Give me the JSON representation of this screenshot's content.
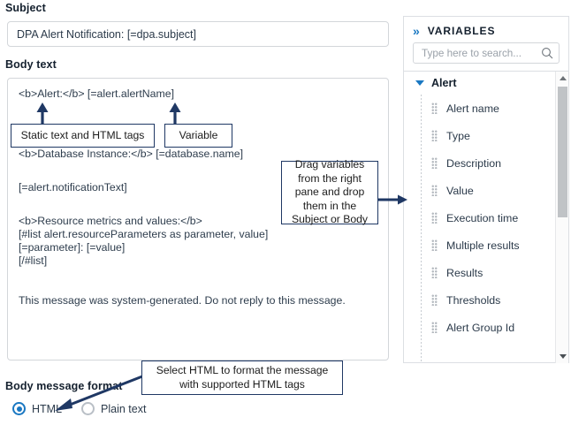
{
  "form": {
    "subject_label": "Subject",
    "subject_value": "DPA Alert Notification: [=dpa.subject]",
    "subject_placeholder": "",
    "body_label": "Body text",
    "body_lines": [
      "<b>Alert:</b> [=alert.alertName]",
      "",
      "",
      "<b>Database Instance:</b> [=database.name]",
      "",
      "[=alert.notificationText]",
      "",
      "<b>Resource metrics and values:</b>",
      "[#list alert.resourceParameters as parameter, value]",
      "[=parameter]: [=value]",
      "[/#list]",
      "",
      "This message was system-generated. Do not reply to this message."
    ],
    "format_label": "Body message format",
    "format_options": [
      {
        "label": "HTML",
        "selected": true
      },
      {
        "label": "Plain text",
        "selected": false
      }
    ]
  },
  "variables_panel": {
    "expand_icon": "»",
    "title": "VARIABLES",
    "search_placeholder": "Type here to search...",
    "search_value": "",
    "search_icon": "search-icon",
    "group": {
      "name": "Alert",
      "expanded": true,
      "items": [
        "Alert name",
        "Type",
        "Description",
        "Value",
        "Execution time",
        "Multiple results",
        "Results",
        "Thresholds",
        "Alert Group Id"
      ]
    }
  },
  "annotations": {
    "static_text": "Static text and HTML tags",
    "variable": "Variable",
    "drag_variables": "Drag variables from the right pane and drop them in the Subject or Body",
    "select_html_line1": "Select HTML to format the message",
    "select_html_line2": "with supported HTML tags"
  },
  "colors": {
    "accent_blue": "#1a78c2",
    "annotation_navy": "#1f3864",
    "label_dark": "#14202e",
    "body_text": "#2e3d4d",
    "border_grey": "#d3d6da",
    "scrollbar_thumb": "#c0c3c6"
  }
}
